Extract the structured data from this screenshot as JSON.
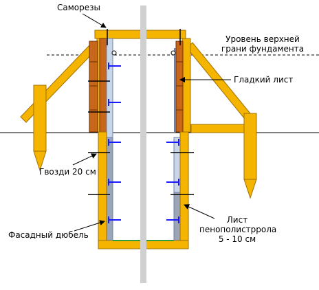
{
  "labels": {
    "screws": "Саморезы",
    "top_level_line1": "Уровень верхней",
    "top_level_line2": "грани фундамента",
    "smooth_sheet": "Гладкий лист",
    "nails": "Гвозди 20 см",
    "facade_dowel": "Фасадный дюбель",
    "foam_line1": "Лист",
    "foam_line2": "пенополистррола",
    "foam_line3": "5 - 10 см"
  },
  "colors": {
    "timber": "#f5b400",
    "timber_edge": "#a07000",
    "brick": "#c8661a",
    "brick_edge": "#6a3008",
    "foam": "#c9d6ea",
    "foam_edge": "#6b7fa8",
    "dowel": "#1a1aff",
    "ground_line": "#000000",
    "center_line": "#d0d0d0",
    "bottom_strip": "#2f9e3a"
  }
}
